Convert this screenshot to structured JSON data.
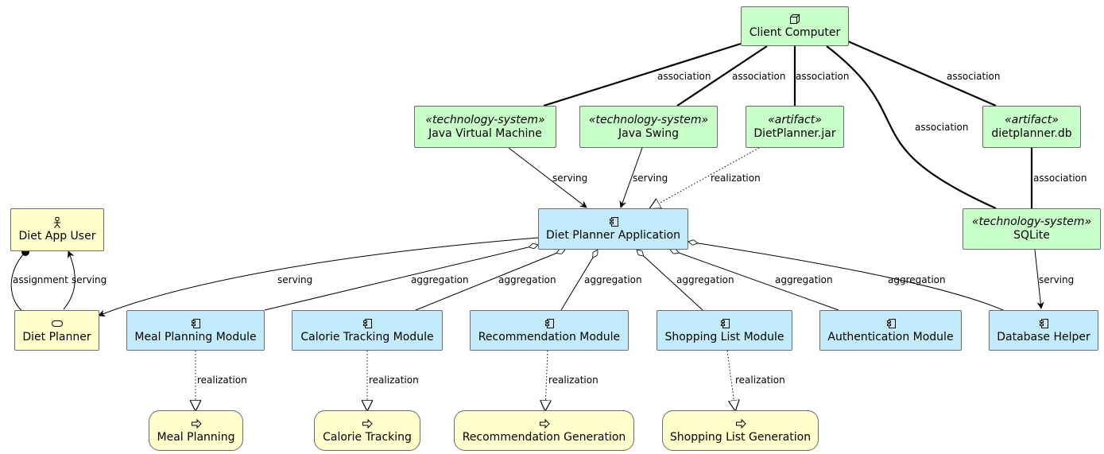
{
  "nodes": {
    "client_computer": {
      "label": "Client Computer",
      "icon": "node-icon"
    },
    "jvm": {
      "stereotype": "«technology-system»",
      "label": "Java Virtual Machine"
    },
    "java_swing": {
      "stereotype": "«technology-system»",
      "label": "Java Swing"
    },
    "dietplanner_jar": {
      "stereotype": "«artifact»",
      "label": "DietPlanner.jar"
    },
    "dietplanner_db": {
      "stereotype": "«artifact»",
      "label": "dietplanner.db"
    },
    "sqlite": {
      "stereotype": "«technology-system»",
      "label": "SQLite"
    },
    "diet_planner_app": {
      "label": "Diet Planner Application",
      "icon": "component-icon"
    },
    "diet_app_user": {
      "label": "Diet App User",
      "icon": "actor-icon"
    },
    "diet_planner_service": {
      "label": "Diet Planner",
      "icon": "service-icon"
    },
    "meal_planning_module": {
      "label": "Meal Planning Module",
      "icon": "component-icon"
    },
    "calorie_tracking_module": {
      "label": "Calorie Tracking Module",
      "icon": "component-icon"
    },
    "recommendation_module": {
      "label": "Recommendation Module",
      "icon": "component-icon"
    },
    "shopping_list_module": {
      "label": "Shopping List Module",
      "icon": "component-icon"
    },
    "authentication_module": {
      "label": "Authentication Module",
      "icon": "component-icon"
    },
    "database_helper": {
      "label": "Database Helper",
      "icon": "component-icon"
    },
    "meal_planning": {
      "label": "Meal Planning",
      "icon": "process-icon"
    },
    "calorie_tracking": {
      "label": "Calorie Tracking",
      "icon": "process-icon"
    },
    "recommendation_generation": {
      "label": "Recommendation Generation",
      "icon": "process-icon"
    },
    "shopping_list_generation": {
      "label": "Shopping List Generation",
      "icon": "process-icon"
    }
  },
  "edges": {
    "assoc_jvm": "association",
    "assoc_swing": "association",
    "assoc_jar": "association",
    "assoc_sqlite": "association",
    "assoc_db": "association",
    "assoc_db_sqlite": "association",
    "serving_jvm": "serving",
    "serving_swing": "serving",
    "realization_jar": "realization",
    "serving_sqlite": "serving",
    "serving_app": "serving",
    "aggregation_meal": "aggregation",
    "aggregation_calorie": "aggregation",
    "aggregation_recommendation": "aggregation",
    "aggregation_shopping": "aggregation",
    "aggregation_auth": "aggregation",
    "aggregation_dbhelper": "aggregation",
    "assignment_user": "assignment",
    "serving_user": "serving",
    "realization_meal": "realization",
    "realization_calorie": "realization",
    "realization_recommendation": "realization",
    "realization_shopping": "realization"
  },
  "colors": {
    "technology": "#c9ffc9",
    "application": "#c2ecfb",
    "business": "#ffffcc",
    "line": "#000000"
  }
}
